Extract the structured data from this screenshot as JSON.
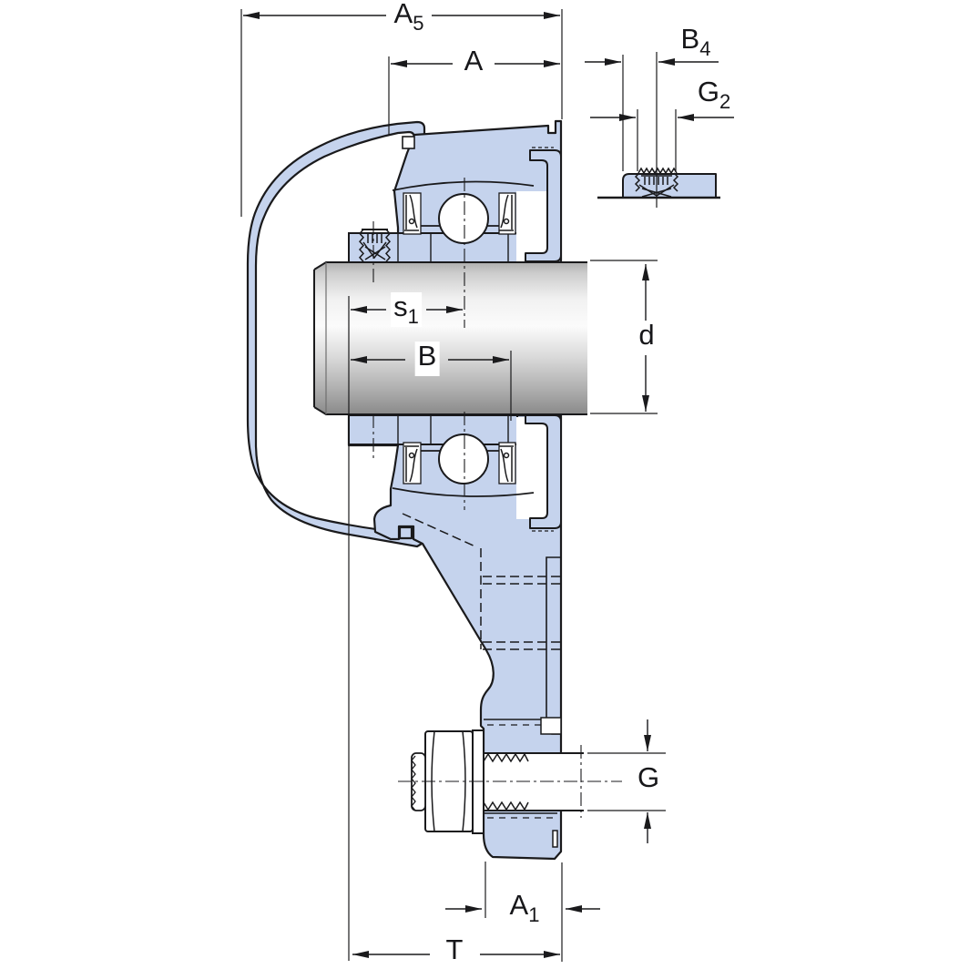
{
  "title": "Flanged bearing unit cross-section dimension drawing",
  "colors": {
    "part_fill": "#c5d3ed",
    "outline": "#1a1a1c",
    "dimension_line": "#1a1a1c",
    "shaft_light": "#fafafa",
    "shaft_dark": "#8d8d8d"
  },
  "dimensions": {
    "a5": {
      "main": "A",
      "sub": "5"
    },
    "a": {
      "main": "A",
      "sub": ""
    },
    "b4": {
      "main": "B",
      "sub": "4"
    },
    "g2": {
      "main": "G",
      "sub": "2"
    },
    "s1": {
      "main": "s",
      "sub": "1"
    },
    "b": {
      "main": "B",
      "sub": ""
    },
    "d": {
      "main": "d",
      "sub": ""
    },
    "g": {
      "main": "G",
      "sub": ""
    },
    "a1": {
      "main": "A",
      "sub": "1"
    },
    "t": {
      "main": "T",
      "sub": ""
    }
  }
}
